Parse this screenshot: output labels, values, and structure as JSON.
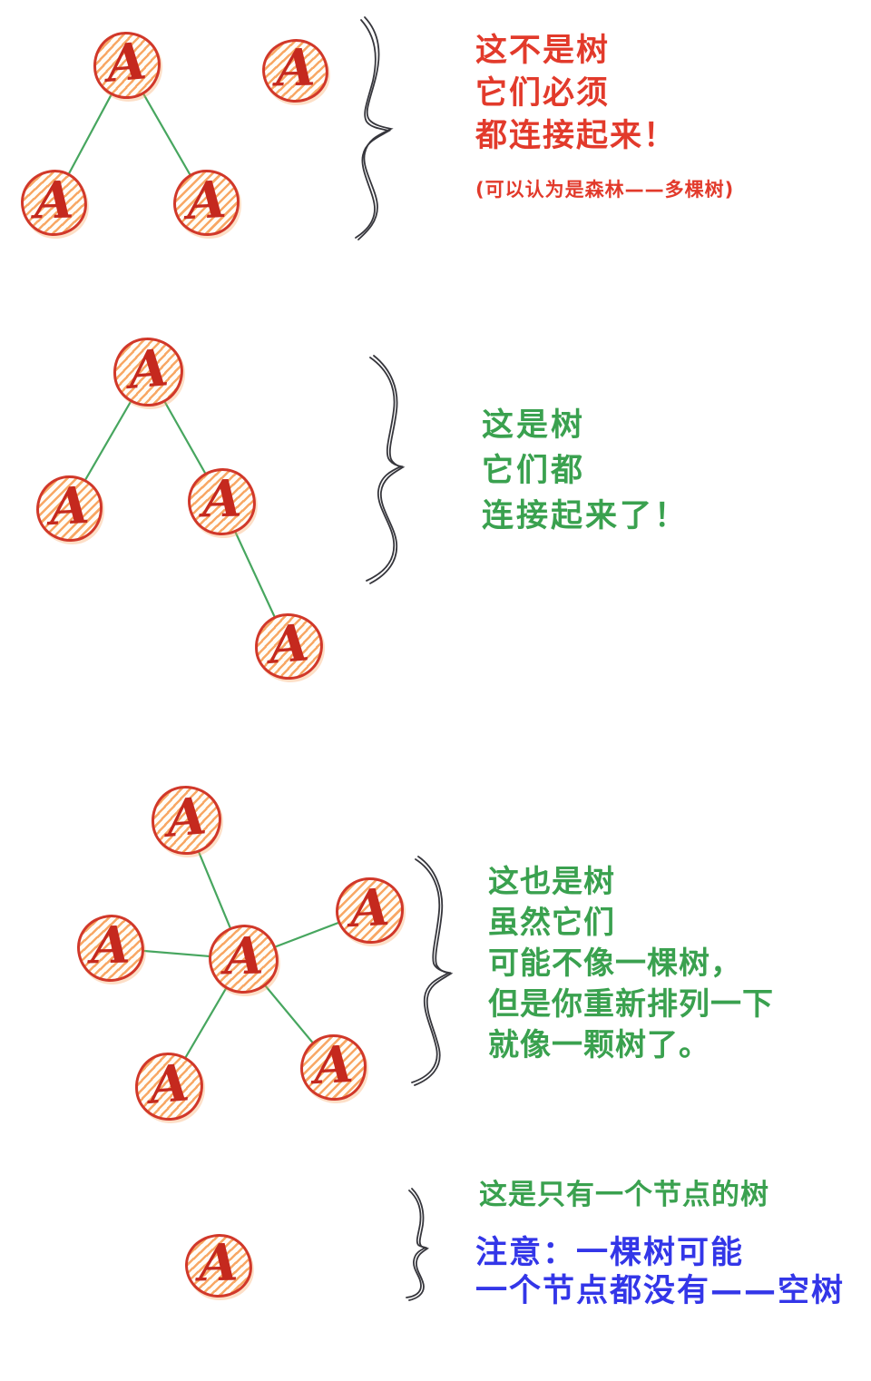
{
  "page": {
    "background": "#ffffff",
    "kind": "hand-drawn tree/forest explanation diagram"
  },
  "colors": {
    "node_outline": "#d1382a",
    "node_hatch": "#f79e54",
    "node_letter": "#c5291e",
    "edge_green": "#47a65f",
    "brace_ink": "#36363c",
    "text_red": "#e23a2b",
    "text_green": "#3aa14f",
    "text_blue": "#3336e8"
  },
  "sections": [
    {
      "name": "disconnected-forest",
      "caption_lines": [
        "这不是树",
        "它们必须",
        "都连接起来！"
      ],
      "note": "(可以认为是森林——多棵树)",
      "nodes": [
        {
          "label": "A"
        },
        {
          "label": "A"
        },
        {
          "label": "A"
        },
        {
          "label": "A"
        }
      ],
      "edges": [
        [
          0,
          1
        ],
        [
          0,
          2
        ]
      ]
    },
    {
      "name": "connected-tree",
      "caption_lines": [
        "这是树",
        "它们都",
        "连接起来了！"
      ],
      "nodes": [
        {
          "label": "A"
        },
        {
          "label": "A"
        },
        {
          "label": "A"
        },
        {
          "label": "A"
        }
      ],
      "edges": [
        [
          0,
          1
        ],
        [
          0,
          2
        ],
        [
          2,
          3
        ]
      ]
    },
    {
      "name": "star-tree",
      "caption_lines": [
        "这也是树",
        "虽然它们",
        "可能不像一棵树，",
        "但是你重新排列一下",
        "就像一颗树了。"
      ],
      "nodes": [
        {
          "label": "A"
        },
        {
          "label": "A"
        },
        {
          "label": "A"
        },
        {
          "label": "A"
        },
        {
          "label": "A"
        },
        {
          "label": "A"
        }
      ],
      "edges": [
        [
          0,
          1
        ],
        [
          0,
          2
        ],
        [
          0,
          3
        ],
        [
          0,
          4
        ],
        [
          0,
          5
        ]
      ]
    },
    {
      "name": "single-node-tree",
      "caption_lines": [
        "这是只有一个节点的树"
      ],
      "note_lines": [
        "注意：一棵树可能",
        "一个节点都没有——空树"
      ],
      "nodes": [
        {
          "label": "A"
        }
      ],
      "edges": []
    }
  ]
}
